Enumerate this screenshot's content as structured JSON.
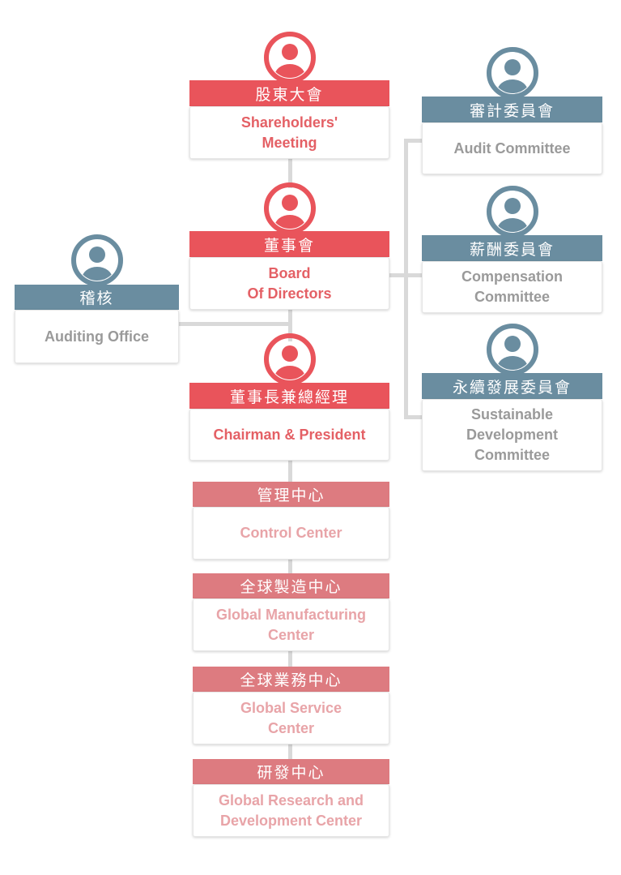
{
  "nodes": {
    "shareholders": {
      "zh": "股東大會",
      "en": "Shareholders'\nMeeting"
    },
    "board": {
      "zh": "董事會",
      "en": "Board\nOf Directors"
    },
    "chairman": {
      "zh": "董事長兼總經理",
      "en": "Chairman & President"
    },
    "auditing": {
      "zh": "稽核",
      "en": "Auditing Office"
    },
    "audit_committee": {
      "zh": "審計委員會",
      "en": "Audit Committee"
    },
    "compensation": {
      "zh": "薪酬委員會",
      "en": "Compensation\nCommittee"
    },
    "sustainable": {
      "zh": "永續發展委員會",
      "en": "Sustainable\nDevelopment\nCommittee"
    },
    "control": {
      "zh": "管理中心",
      "en": "Control Center"
    },
    "manufacturing": {
      "zh": "全球製造中心",
      "en": "Global Manufacturing\nCenter"
    },
    "service": {
      "zh": "全球業務中心",
      "en": "Global Service\nCenter"
    },
    "research": {
      "zh": "研發中心",
      "en": "Global Research and\nDevelopment Center"
    }
  },
  "colors": {
    "red": "#e9545b",
    "pink": "#dd7b80",
    "blue": "#6a8da0",
    "connector": "#d9d9d9"
  }
}
